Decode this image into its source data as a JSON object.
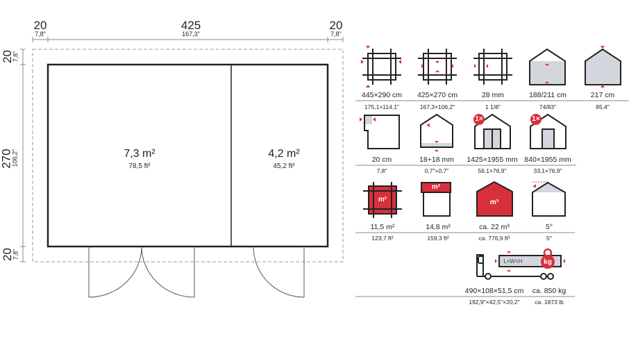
{
  "colors": {
    "accent": "#d8303a",
    "fill": "#d3d6dc",
    "line": "#222222"
  },
  "plan": {
    "top_dims": [
      {
        "cm": "20",
        "in": "7,8\""
      },
      {
        "cm": "425",
        "in": "167,3\""
      },
      {
        "cm": "20",
        "in": "7,8\""
      }
    ],
    "side_dims": [
      {
        "cm": "20",
        "in": "7,8\""
      },
      {
        "cm": "270",
        "in": "106,2\""
      },
      {
        "cm": "20",
        "in": "7,8\""
      }
    ],
    "rooms": [
      {
        "area": "7,3 m²",
        "area_ft": "78,5 ft²"
      },
      {
        "area": "4,2 m²",
        "area_ft": "45,2 ft²"
      }
    ]
  },
  "specs": [
    {
      "icon": "outer-dimensions-icon",
      "value": "445×290 cm",
      "inch": "175,1×114,1\""
    },
    {
      "icon": "inner-dimensions-icon",
      "value": "425×270 cm",
      "inch": "167,3×106,2\""
    },
    {
      "icon": "wall-thickness-icon",
      "value": "28 mm",
      "inch": "1 1/8\""
    },
    {
      "icon": "wall-height-icon",
      "value": "188/211 cm",
      "inch": "74/83\""
    },
    {
      "icon": "ridge-height-icon",
      "value": "217 cm",
      "inch": "85,4\""
    },
    {
      "icon": "roof-overhang-icon",
      "value": "20 cm",
      "inch": "7,8\""
    },
    {
      "icon": "roof-floor-thickness-icon",
      "value": "18+18 mm",
      "inch": "0,7\"+0,7\""
    },
    {
      "icon": "double-door-icon",
      "badge": "1×",
      "value": "1425×1955 mm",
      "inch": "56,1×76,9\""
    },
    {
      "icon": "single-door-icon",
      "badge": "1×",
      "value": "840×1955 mm",
      "inch": "33,1×76,9\""
    },
    {
      "icon": "floor-area-icon",
      "label": "m²",
      "value": "11,5 m²",
      "inch": "123,7 ft²"
    },
    {
      "icon": "roof-area-icon",
      "label": "m²",
      "value": "14,8 m²",
      "inch": "159,3 ft²"
    },
    {
      "icon": "volume-icon",
      "label": "m³",
      "value": "ca. 22 m³",
      "inch": "ca. 776,9 ft³"
    },
    {
      "icon": "roof-pitch-icon",
      "value": "5°",
      "inch": "5°"
    },
    {
      "icon": "package-dimensions-icon",
      "label": "L×W×H",
      "value": "490×108×51,5 cm",
      "inch": "192,9\"×42,5\"×20,2\""
    },
    {
      "icon": "weight-icon",
      "label": "kg",
      "value": "ca. 850 kg",
      "inch": "ca. 1873 lb"
    }
  ]
}
